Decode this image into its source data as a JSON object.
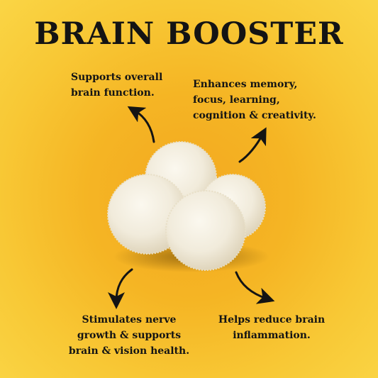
{
  "title": "BRAIN BOOSTER",
  "benefits": [
    "Supports overall\nbrain function.",
    "Enhances memory,\nfocus, learning,\ncognition & creativity.",
    "Stimulates nerve\ngrowth & supports\nbrain & vision health.",
    "Helps reduce brain\ninflammation."
  ],
  "colors": {
    "background": "#f5b524",
    "text": "#141414",
    "mushroom": "#f4efe1"
  },
  "icons": [
    "curved-arrow-icon",
    "lions-mane-mushroom-illustration"
  ]
}
